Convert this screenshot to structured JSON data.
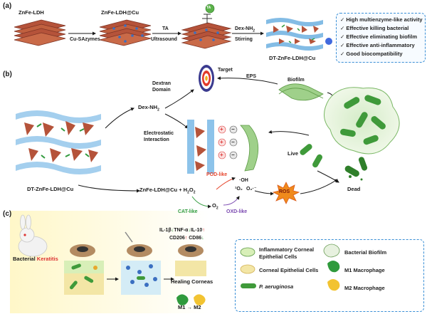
{
  "panels": {
    "a": "(a)",
    "b": "(b)",
    "c": "(c)"
  },
  "panel_a": {
    "step1": "ZnFe-LDH",
    "arrow1": "Cu-SAzymes",
    "step2": "ZnFe-LDH@Cu",
    "arrow2_top": "TA",
    "arrow2_bottom": "Ultrasound",
    "ta_badge": "TA",
    "arrow3_top": "Dex-NH",
    "arrow3_top_sub": "2",
    "arrow3_bottom": "Stirring",
    "product": "DT-ZnFe-LDH@Cu",
    "features": [
      "High multienzyme-like activity",
      "Effective killing bacterial",
      "Effective eliminating biofilm",
      "Effective anti-inflammatory",
      "Good biocompatibility"
    ],
    "check_symbol": "✓"
  },
  "panel_b": {
    "target": "Target",
    "eps": "EPS",
    "biofilm": "Biofilm",
    "dextran_line1": "Dextran",
    "dextran_line2": "Domain",
    "dex_nh2": "Dex-NH",
    "dex_nh2_sub": "2",
    "electrostatic_line1": "Electrostatic",
    "electrostatic_line2": "Interaction",
    "live": "Live",
    "dead": "Dead",
    "material": "DT-ZnFe-LDH@Cu",
    "reaction_left": "ZnFe-LDH@Cu + H",
    "reaction_left_sub": "2",
    "reaction_left_end": "O",
    "reaction_left_end_sub": "2",
    "pod": "POD-like",
    "oh": "·OH",
    "singlet": "¹O₂",
    "superoxide": "O₂·⁻",
    "o2": "O",
    "o2_sub": "2",
    "cat": "CAT-like",
    "oxd": "OXD-like",
    "ros": "ROS",
    "plus": "+",
    "minus": "−"
  },
  "panel_c": {
    "bacterial": "Bacterial",
    "keratitis": "Keratitis",
    "markers_line1": [
      "IL-1β",
      "↓",
      "TNF-α",
      "↓",
      "IL-10",
      "↑"
    ],
    "markers_line2": [
      "CD206",
      "↑",
      " CD86",
      "↓"
    ],
    "healing": "Healing Corneas",
    "m1": "M1",
    "arrow": "→",
    "m2": "M2",
    "legend": [
      {
        "label_line1": "Inflammatory Corneal",
        "label_line2": "Epithelial Cells"
      },
      {
        "label_line1": "Bacterial Biofilm",
        "label_line2": ""
      },
      {
        "label_line1": "Corneal Epithelial Cells",
        "label_line2": ""
      },
      {
        "label_line1": "M1 Macrophage",
        "label_line2": ""
      },
      {
        "label_line1": "P. aeruginosa",
        "label_line2": ""
      },
      {
        "label_line1": "M2 Macrophage",
        "label_line2": ""
      }
    ]
  },
  "colors": {
    "ldh": "#b5533a",
    "ldh_dark": "#7e3324",
    "cu_dot": "#3b6fc1",
    "dextran": "#5aa5dc",
    "bacteria": "#3f9a3a",
    "biofilm": "#9fd08a",
    "pod": "#e6472e",
    "cat": "#2f9a3c",
    "oxd": "#7a48b0",
    "ros": "#f08a1c",
    "dashed_box": "#3a8fd6",
    "arrow": "#1a1a1a",
    "up": "#e22b2b",
    "down": "#2e9a3b"
  }
}
